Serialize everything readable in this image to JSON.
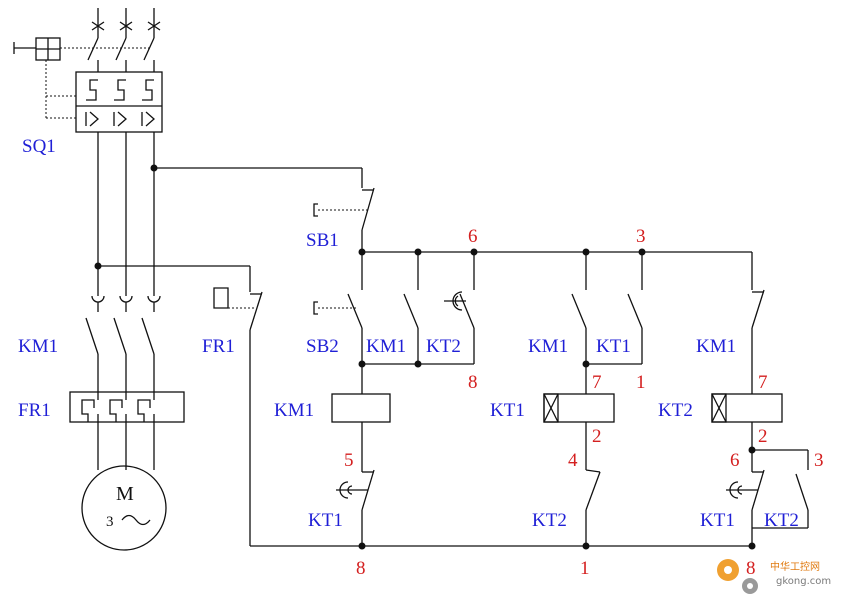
{
  "labels": {
    "sq1": "SQ1",
    "km1_main": "KM1",
    "fr1_main": "FR1",
    "fr1_ctrl": "FR1",
    "sb1": "SB1",
    "sb2": "SB2",
    "km1_hold": "KM1",
    "kt2_a": "KT2",
    "km1_b": "KM1",
    "kt1_b": "KT1",
    "km1_c": "KM1",
    "km1_coil": "KM1",
    "kt1_coil": "KT1",
    "kt2_coil": "KT2",
    "kt1_a": "KT1",
    "kt2_b": "KT2",
    "kt1_c": "KT1",
    "kt2_c": "KT2"
  },
  "motor": {
    "letter": "M",
    "phase": "3"
  },
  "nodes": [
    "6",
    "3",
    "8",
    "7",
    "1",
    "7",
    "5",
    "2",
    "2",
    "4",
    "6",
    "3",
    "8",
    "1",
    "8"
  ],
  "watermark": {
    "text": "中华工控网",
    "url": "gkong.com"
  },
  "colors": {
    "label": "#1f1fd6",
    "node": "#d42020",
    "wire": "#111111"
  }
}
